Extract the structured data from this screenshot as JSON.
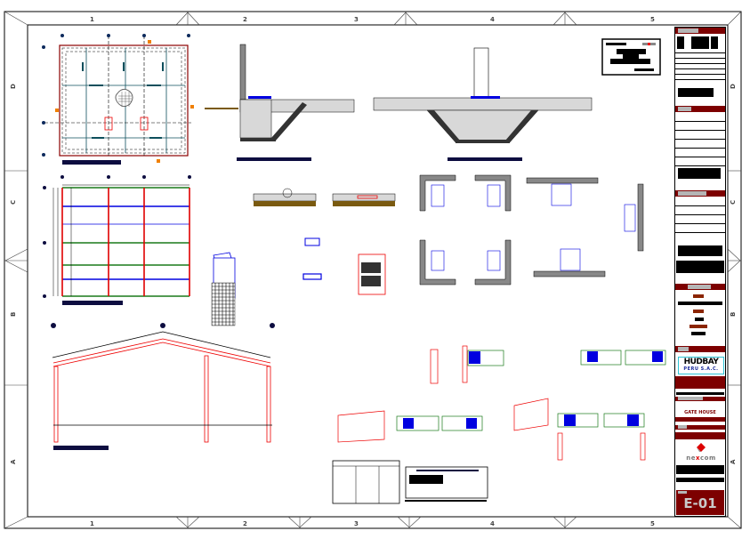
{
  "sheet": {
    "type": "structural-drawing",
    "column_labels": [
      "1",
      "2",
      "3",
      "4",
      "5"
    ],
    "row_labels": [
      "D",
      "C",
      "B",
      "A"
    ],
    "colors": {
      "border": "#000000",
      "title_block_accent": "#7d0000",
      "steel_beam_red": "#e00000",
      "purlin_green": "#1a7a1a",
      "beam_blue": "#0000e0",
      "grid_teal": "#0d4f5c",
      "concrete_grey": "#cfcfcf",
      "soil_brown": "#7a5a10",
      "marker_orange": "#f08000"
    }
  },
  "views": [
    {
      "id": "foundation-plan",
      "title": "illegible"
    },
    {
      "id": "roof-framing-plan",
      "title": "illegible"
    },
    {
      "id": "frame-elevation",
      "title": "illegible"
    },
    {
      "id": "wall-footing-section",
      "title": "illegible"
    },
    {
      "id": "interior-footing-section",
      "title": "illegible"
    },
    {
      "id": "slab-details",
      "title": "illegible"
    },
    {
      "id": "column-base-details",
      "title": "illegible"
    },
    {
      "id": "connection-details",
      "title": "illegible"
    },
    {
      "id": "notes-table",
      "title": "illegible"
    }
  ],
  "title_block": {
    "client_logo_line1": "HUDBAY",
    "client_logo_line2": "PERU S.A.C.",
    "project_name": "GATE HOUSE",
    "consultant_logo_prefix": "ne",
    "consultant_logo_mid": "x",
    "consultant_logo_suffix": "com",
    "sheet_number": "E-01"
  }
}
